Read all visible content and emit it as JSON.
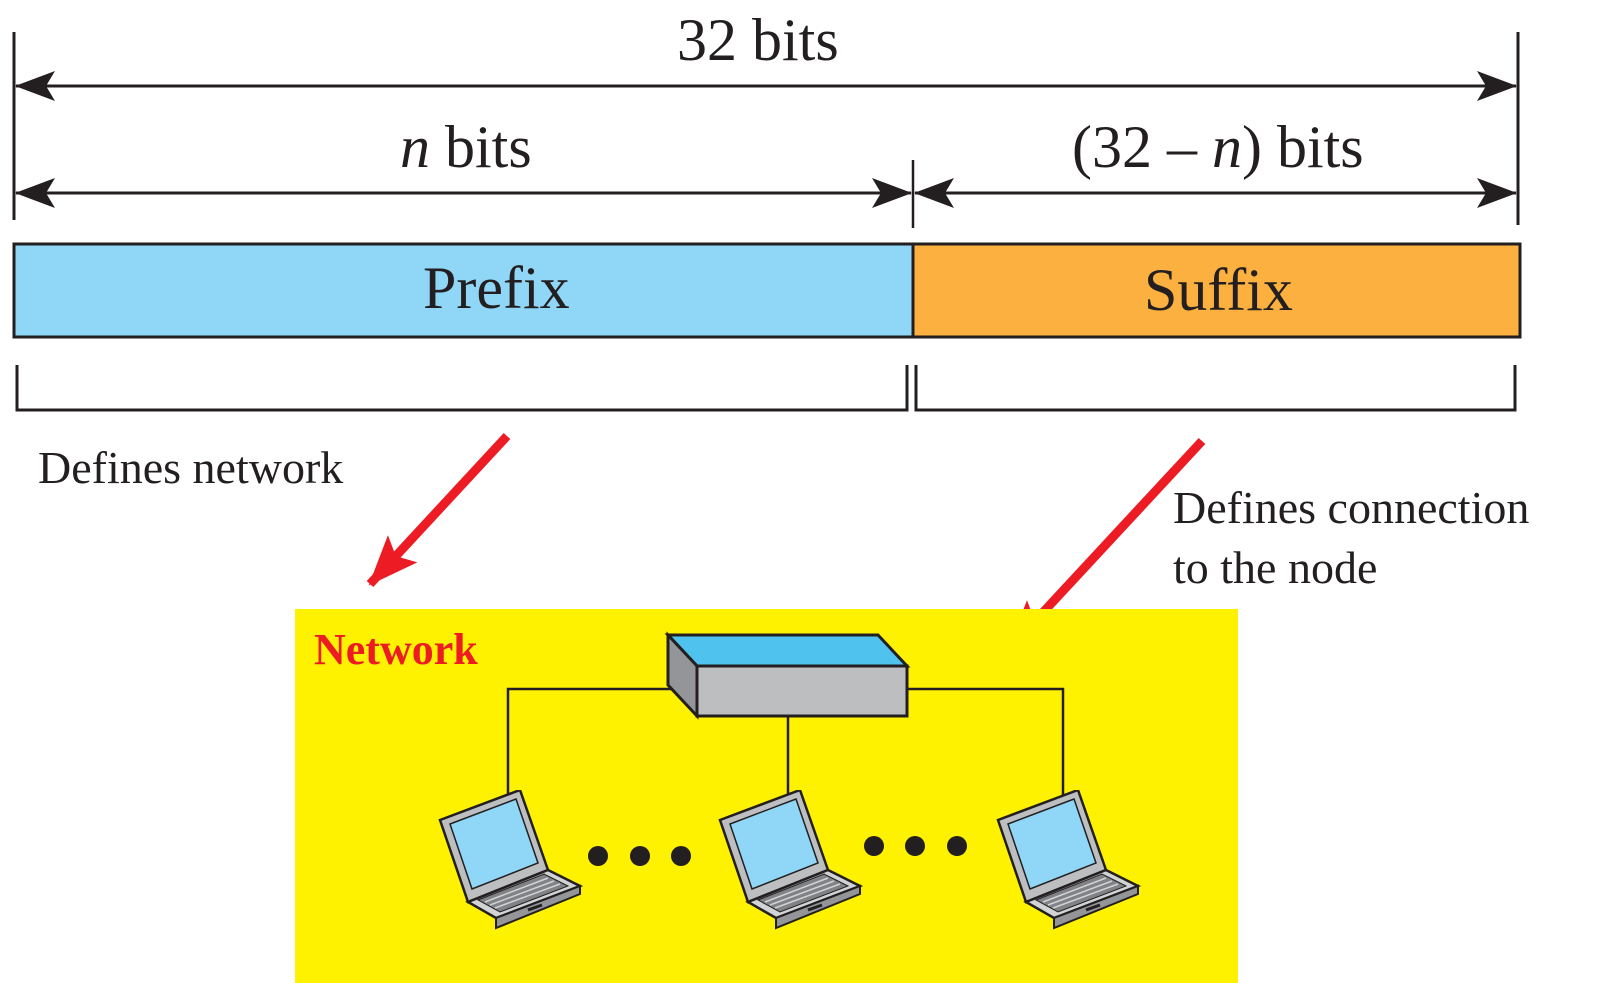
{
  "dimensions": {
    "total": "32 bits",
    "prefix_var": "n",
    "prefix_unit": " bits",
    "suffix_open": "(32 – ",
    "suffix_var": "n",
    "suffix_close": ") bits"
  },
  "fields": {
    "prefix": "Prefix",
    "suffix": "Suffix"
  },
  "notes": {
    "network": "Defines network",
    "connection_line1": "Defines connection",
    "connection_line2": "to the node"
  },
  "network": {
    "title": "Network",
    "node_count_shown": 3
  },
  "colors": {
    "prefix_fill": "#8fd6f7",
    "suffix_fill": "#fbb040",
    "network_fill": "#fff200",
    "network_title": "#ed1c24",
    "pointer_arrow": "#ed1c24",
    "switch_top": "#4fc3ee",
    "switch_side": "#bcbec0"
  }
}
